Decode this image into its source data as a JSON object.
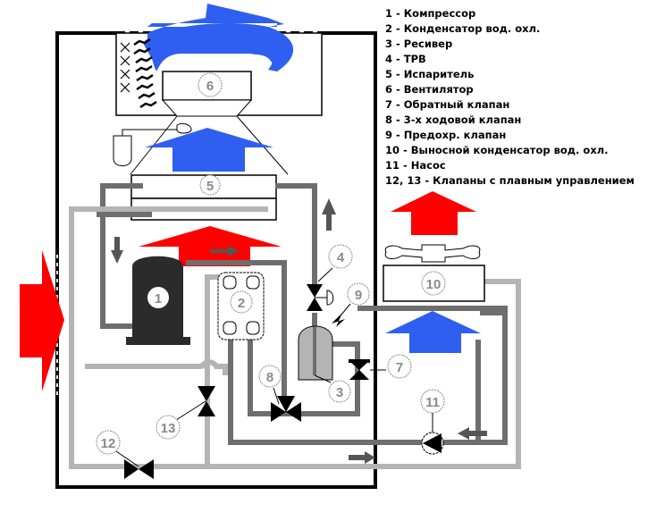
{
  "title": "Схема холодильной машины с водоохлаждаемым конденсатором",
  "legend": [
    {
      "num": "1",
      "text": "1 - Компрессор"
    },
    {
      "num": "2",
      "text": "2 - Конденсатор вод. охл."
    },
    {
      "num": "3",
      "text": "3 - Ресивер"
    },
    {
      "num": "4",
      "text": "4 - ТРВ"
    },
    {
      "num": "5",
      "text": "5 - Испаритель"
    },
    {
      "num": "6",
      "text": "6 - Вентилятор"
    },
    {
      "num": "7",
      "text": "7 - Обратный клапан"
    },
    {
      "num": "8",
      "text": "8 - 3-х ходовой клапан"
    },
    {
      "num": "9",
      "text": "9 - Предохр. клапан"
    },
    {
      "num": "10",
      "text": "10 - Выносной конденсатор вод. охл."
    },
    {
      "num": "11",
      "text": "11 - Насос"
    },
    {
      "num": "12-13",
      "text": "12, 13 - Клапаны с плавным управлением"
    }
  ],
  "labels": {
    "compressor": "1",
    "condenser": "2",
    "receiver": "3",
    "txv": "4",
    "evaporator": "5",
    "fan": "6",
    "check_valve": "7",
    "three_way_valve": "8",
    "safety_valve": "9",
    "remote_condenser": "10",
    "pump": "11",
    "valve12": "12",
    "valve13": "13"
  },
  "colors": {
    "cold_air": "#2f5ff0",
    "hot_air": "#ff0000",
    "refrigerant_pipe": "#6e6e6e",
    "water_pipe": "#b4b4b4",
    "outline": "#000000",
    "label_text": "#8a8a8a"
  }
}
